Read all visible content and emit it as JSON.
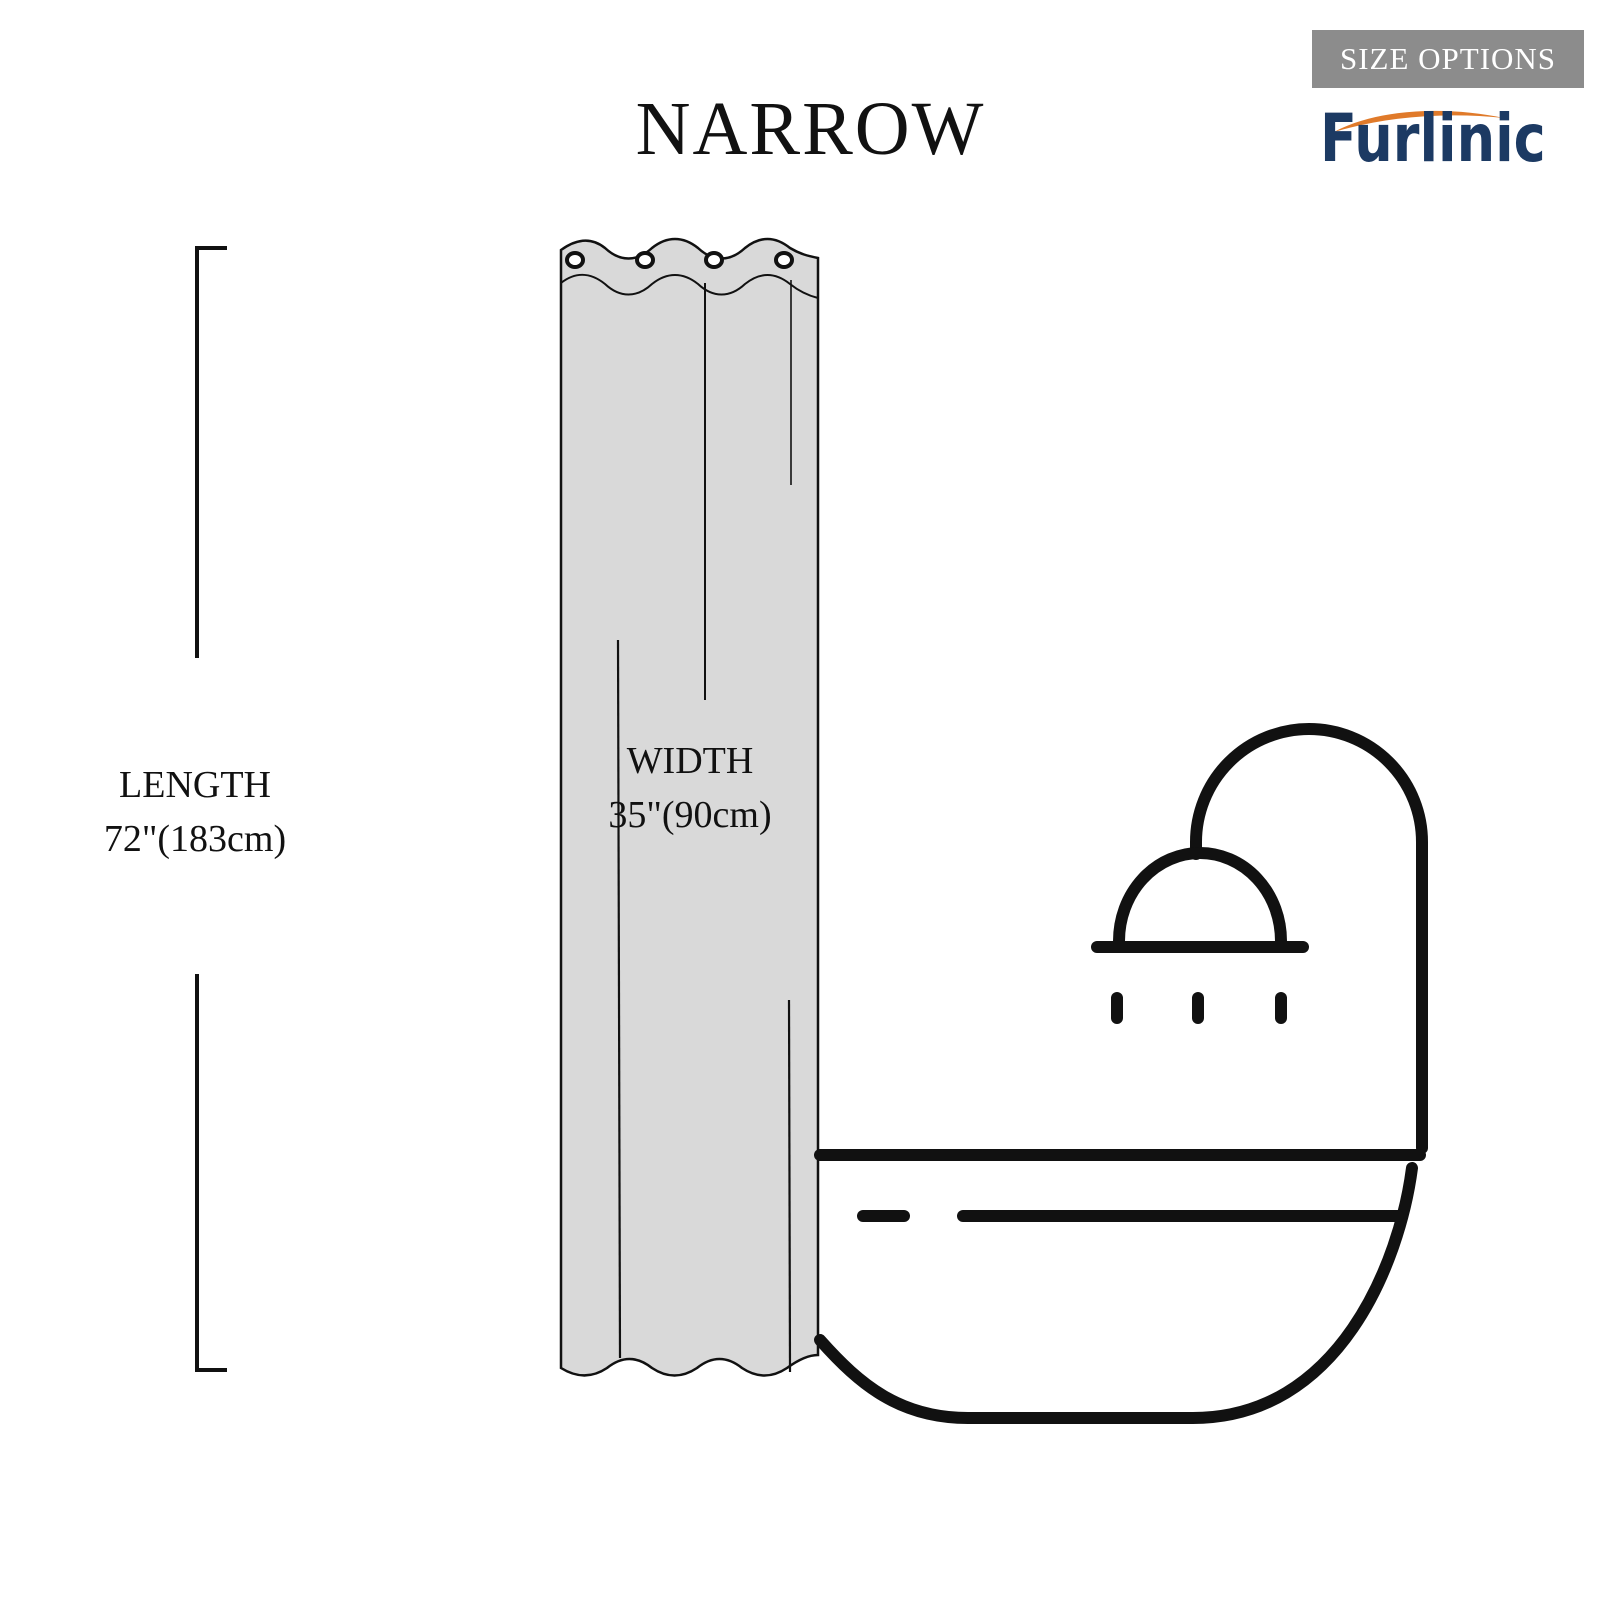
{
  "header": {
    "badge_label": "SIZE OPTIONS",
    "brand_name": "Furlinic",
    "title": "NARROW"
  },
  "dimensions": {
    "length": {
      "label": "LENGTH",
      "value": "72\"(183cm)"
    },
    "width": {
      "label": "WIDTH",
      "value": "35\"(90cm)"
    }
  },
  "colors": {
    "badge_bg": "#8c8c8c",
    "brand_text": "#1c3a63",
    "brand_swoosh": "#e07a2a",
    "curtain_fill": "#d9d9d9",
    "line": "#111111"
  },
  "icons": {
    "curtain": "shower-curtain-icon",
    "bathtub": "bathtub-icon",
    "shower_head": "shower-head-icon"
  }
}
